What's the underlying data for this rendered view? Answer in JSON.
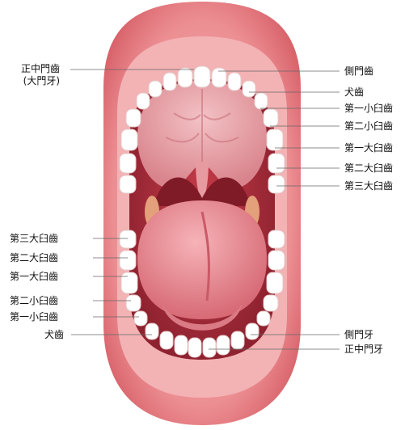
{
  "labels": {
    "upper_left": {
      "central_incisor_line1": "正中門齒",
      "central_incisor_line2": "(大門牙)"
    },
    "upper_right": {
      "lateral_incisor": "側門齒",
      "canine": "犬齒",
      "first_premolar": "第一小臼齒",
      "second_premolar": "第二小臼齒",
      "first_molar": "第一大臼齒",
      "second_molar": "第二大臼齒",
      "third_molar": "第三大臼齒"
    },
    "lower_left": {
      "third_molar": "第三大臼齒",
      "second_molar": "第二大臼齒",
      "first_molar": "第一大臼齒",
      "second_premolar": "第二小臼齒",
      "first_premolar": "第一小臼齒",
      "canine": "犬齒"
    },
    "lower_right": {
      "lateral_incisor": "側門牙",
      "central_incisor": "正中門牙"
    }
  },
  "colors": {
    "lip": "#ec8f93",
    "lip_dark": "#d9646c",
    "gum": "#f1a6a8",
    "mouth_cavity": "#b0323f",
    "palate": "#e7a0a6",
    "tongue": "#e98b93",
    "tooth": "#ffffff",
    "leader_line": "#666666"
  }
}
